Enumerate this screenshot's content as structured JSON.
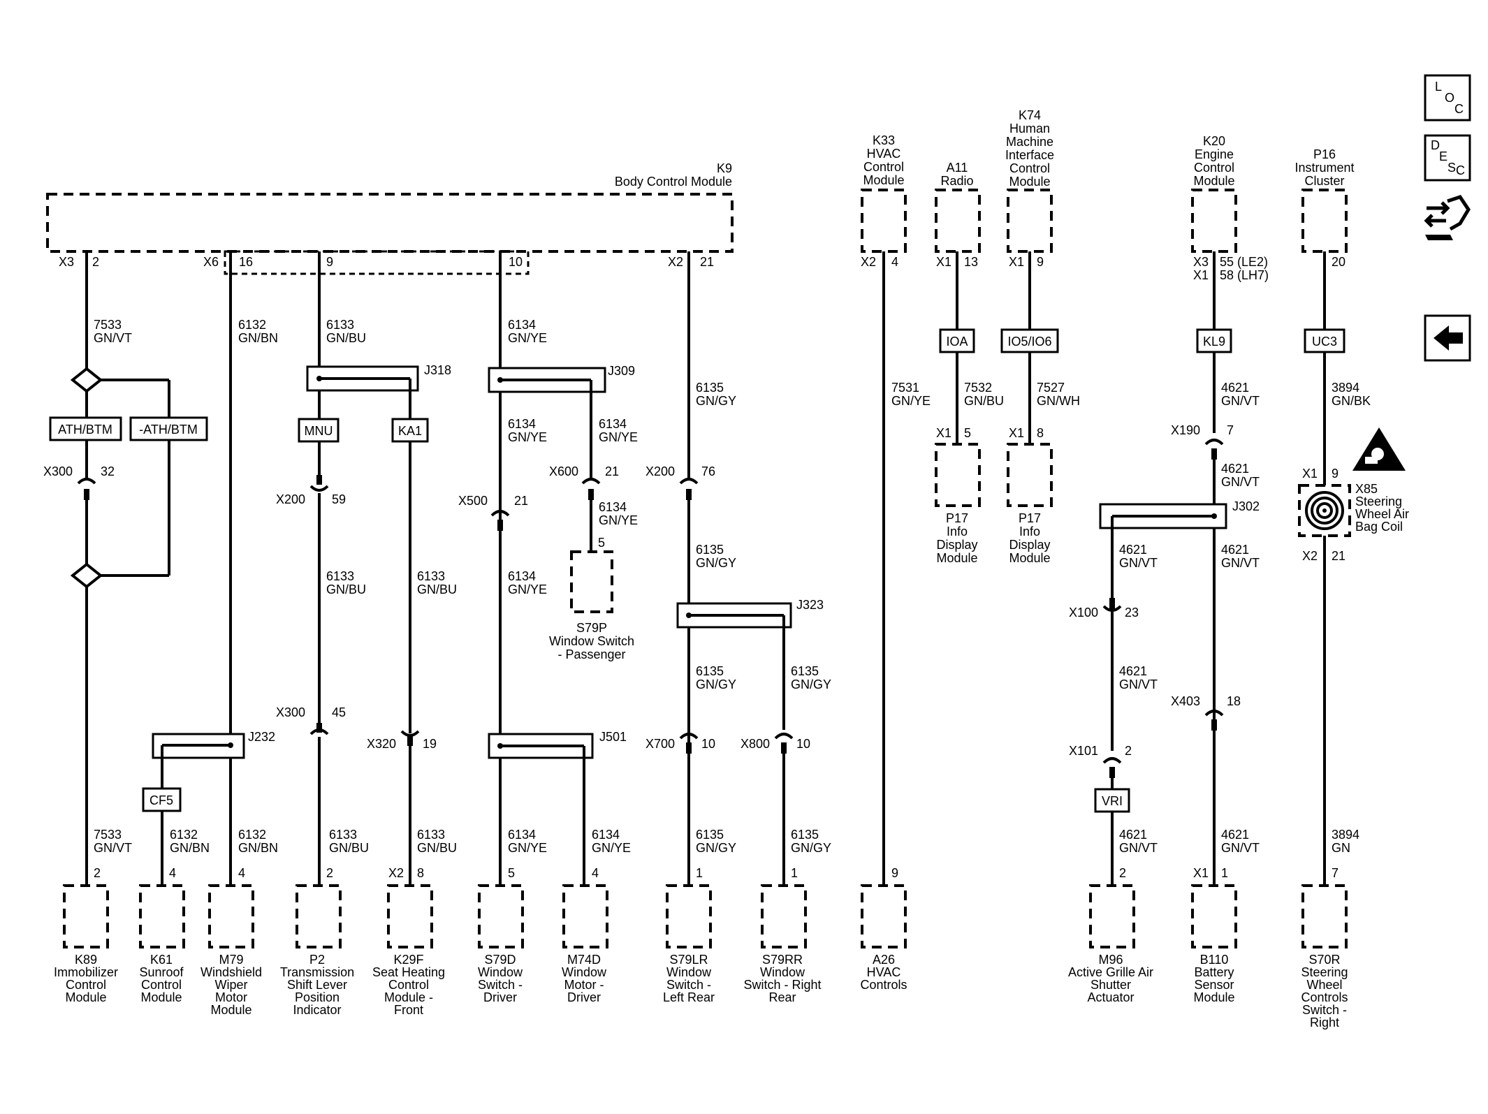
{
  "bcm": {
    "ref": "K9",
    "name": "Body Control Module"
  },
  "nav": {
    "loc": [
      "L",
      "O",
      "C"
    ],
    "desc": [
      "D",
      "E",
      "S",
      "C"
    ]
  },
  "bcm_pins": {
    "x3": "X3",
    "p2": "2",
    "x6": "X6",
    "p16": "16",
    "p9": "9",
    "p10": "10",
    "x2": "X2",
    "p21": "21"
  },
  "top_modules": {
    "k33": [
      "K33",
      "HVAC",
      "Control",
      "Module"
    ],
    "a11": [
      "A11",
      "Radio"
    ],
    "k74": [
      "K74",
      "Human",
      "Machine",
      "Interface",
      "Control",
      "Module"
    ],
    "k20": [
      "K20",
      "Engine",
      "Control",
      "Module"
    ],
    "p16": [
      "P16",
      "Instrument",
      "Cluster"
    ]
  },
  "top_pins": {
    "k33": [
      "X2",
      "4"
    ],
    "a11": [
      "X1",
      "13"
    ],
    "k74": [
      "X1",
      "9"
    ],
    "k20": [
      "X3",
      "55 (LE2)",
      "X1",
      "58 (LH7)"
    ],
    "p16": [
      "20"
    ]
  },
  "wires": {
    "w7533": [
      "7533",
      "GN/VT"
    ],
    "w6132": [
      "6132",
      "GN/BN"
    ],
    "w6133": [
      "6133",
      "GN/BU"
    ],
    "w6134": [
      "6134",
      "GN/YE"
    ],
    "w6135": [
      "6135",
      "GN/GY"
    ],
    "w7531": [
      "7531",
      "GN/YE"
    ],
    "w7532": [
      "7532",
      "GN/BU"
    ],
    "w7527": [
      "7527",
      "GN/WH"
    ],
    "w4621": [
      "4621",
      "GN/VT"
    ],
    "w3894bk": [
      "3894",
      "GN/BK"
    ],
    "w3894gn": [
      "3894",
      "GN"
    ]
  },
  "options": {
    "ath": "ATH/BTM",
    "nath": "-ATH/BTM",
    "mnu": "MNU",
    "ka1": "KA1",
    "cf5": "CF5",
    "ioa": "IOA",
    "io56": "IO5/IO6",
    "kl9": "KL9",
    "uc3": "UC3",
    "vri": "VRI"
  },
  "splices": {
    "j318": "J318",
    "j309": "J309",
    "j232": "J232",
    "j501": "J501",
    "j323": "J323",
    "j302": "J302"
  },
  "connectors": {
    "x300a": [
      "X300",
      "32"
    ],
    "x200a": [
      "X200",
      "59"
    ],
    "x500": [
      "X500",
      "21"
    ],
    "x600": [
      "X600",
      "21"
    ],
    "x200b": [
      "X200",
      "76"
    ],
    "x300b": [
      "X300",
      "45"
    ],
    "x320": [
      "X320",
      "19"
    ],
    "x700": [
      "X700",
      "10"
    ],
    "x800": [
      "X800",
      "10"
    ],
    "x190": [
      "X190",
      "7"
    ],
    "x100": [
      "X100",
      "23"
    ],
    "x403": [
      "X403",
      "18"
    ],
    "x101": [
      "X101",
      "2"
    ]
  },
  "p17_pins": {
    "a": [
      "X1",
      "5"
    ],
    "b": [
      "X1",
      "8"
    ]
  },
  "p17": [
    "P17",
    "Info",
    "Display",
    "Module"
  ],
  "s79p": {
    "pin": "5",
    "name": [
      "S79P",
      "Window Switch",
      "- Passenger"
    ]
  },
  "x85": {
    "pins": [
      "X1",
      "9",
      "X2",
      "21"
    ],
    "name": [
      "X85",
      "Steering",
      "Wheel Air",
      "Bag Coil"
    ]
  },
  "bottom": {
    "k89": {
      "pin": "2",
      "name": [
        "K89",
        "Immobilizer",
        "Control",
        "Module"
      ]
    },
    "k61": {
      "pin": "4",
      "name": [
        "K61",
        "Sunroof",
        "Control",
        "Module"
      ]
    },
    "m79": {
      "pin": "4",
      "name": [
        "M79",
        "Windshield",
        "Wiper",
        "Motor",
        "Module"
      ]
    },
    "p2": {
      "pin": "2",
      "name": [
        "P2",
        "Transmission",
        "Shift Lever",
        "Position",
        "Indicator"
      ]
    },
    "k29f": {
      "pin": "8",
      "conn": "X2",
      "name": [
        "K29F",
        "Seat Heating",
        "Control",
        "Module -",
        "Front"
      ]
    },
    "s79d": {
      "pin": "5",
      "name": [
        "S79D",
        "Window",
        "Switch -",
        "Driver"
      ]
    },
    "m74d": {
      "pin": "4",
      "name": [
        "M74D",
        "Window",
        "Motor -",
        "Driver"
      ]
    },
    "s79lr": {
      "pin": "1",
      "name": [
        "S79LR",
        "Window",
        "Switch -",
        "Left Rear"
      ]
    },
    "s79rr": {
      "pin": "1",
      "name": [
        "S79RR",
        "Window",
        "Switch - Right",
        "Rear"
      ]
    },
    "a26": {
      "pin": "9",
      "name": [
        "A26",
        "HVAC",
        "Controls"
      ]
    },
    "m96": {
      "pin": "2",
      "name": [
        "M96",
        "Active Grille Air",
        "Shutter",
        "Actuator"
      ]
    },
    "b110": {
      "pin": "1",
      "conn": "X1",
      "name": [
        "B110",
        "Battery",
        "Sensor",
        "Module"
      ]
    },
    "s70r": {
      "pin": "7",
      "name": [
        "S70R",
        "Steering",
        "Wheel",
        "Controls",
        "Switch -",
        "Right"
      ]
    }
  }
}
